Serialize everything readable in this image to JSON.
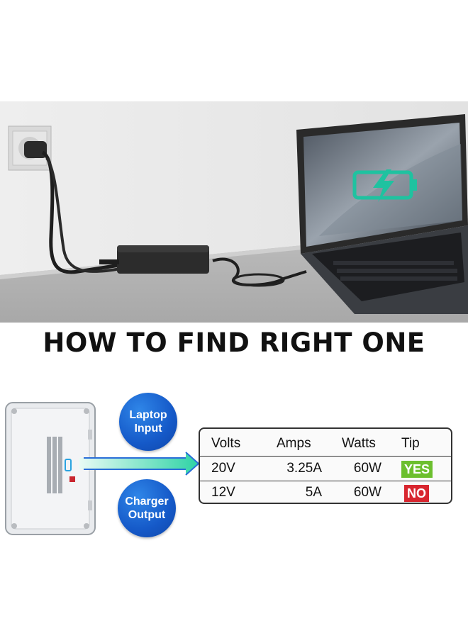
{
  "headline": "HOW TO FIND RIGHT ONE",
  "bubbles": {
    "input": [
      "Laptop",
      "Input"
    ],
    "output": [
      "Charger",
      "Output"
    ]
  },
  "table": {
    "headers": [
      "Volts",
      "Amps",
      "Watts",
      "Tip"
    ],
    "rows": [
      {
        "volts": "20V",
        "amps": "3.25A",
        "watts": "60W",
        "tip": "YES",
        "tip_color": "#6cbf2e"
      },
      {
        "volts": "12V",
        "amps": "5A",
        "watts": "60W",
        "tip": "NO",
        "tip_color": "#d8262f"
      }
    ]
  },
  "colors": {
    "bubble_blue": "#1559c8",
    "screen_icon": "#1fc2a0",
    "yes_green": "#6cbf2e",
    "no_red": "#d8262f"
  },
  "icons": [
    "power-outlet-icon",
    "battery-charging-icon",
    "laptop-icon",
    "arrow-right-icon"
  ]
}
